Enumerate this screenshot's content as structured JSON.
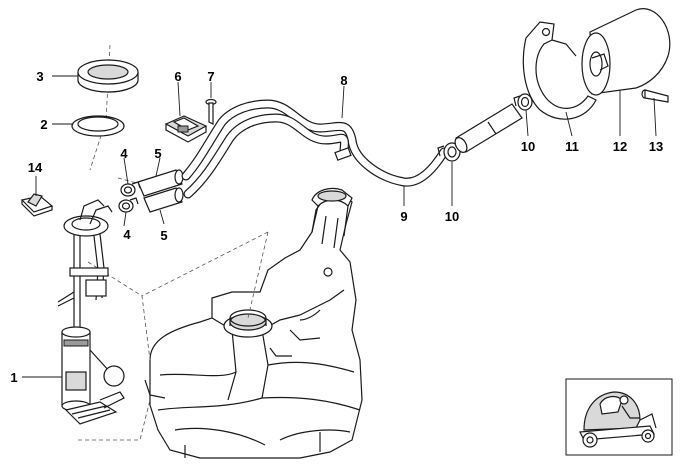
{
  "callouts": [
    {
      "id": "c1",
      "text": "1"
    },
    {
      "id": "c2",
      "text": "2"
    },
    {
      "id": "c3",
      "text": "3"
    },
    {
      "id": "c4a",
      "text": "4"
    },
    {
      "id": "c4b",
      "text": "4"
    },
    {
      "id": "c5a",
      "text": "5"
    },
    {
      "id": "c5b",
      "text": "5"
    },
    {
      "id": "c6",
      "text": "6"
    },
    {
      "id": "c7",
      "text": "7"
    },
    {
      "id": "c8",
      "text": "8"
    },
    {
      "id": "c9",
      "text": "9"
    },
    {
      "id": "c10a",
      "text": "10"
    },
    {
      "id": "c10b",
      "text": "10"
    },
    {
      "id": "c11",
      "text": "11"
    },
    {
      "id": "c12",
      "text": "12"
    },
    {
      "id": "c13",
      "text": "13"
    },
    {
      "id": "c14",
      "text": "14"
    }
  ],
  "parts": {
    "fuel_tank": "fuel-tank",
    "fuel_pump_unit": "fuel-pump-unit",
    "fuel_filter": "fuel-filter",
    "fuel_lines": "fuel-lines",
    "scooter_thumbnail": "scooter-thumbnail"
  }
}
